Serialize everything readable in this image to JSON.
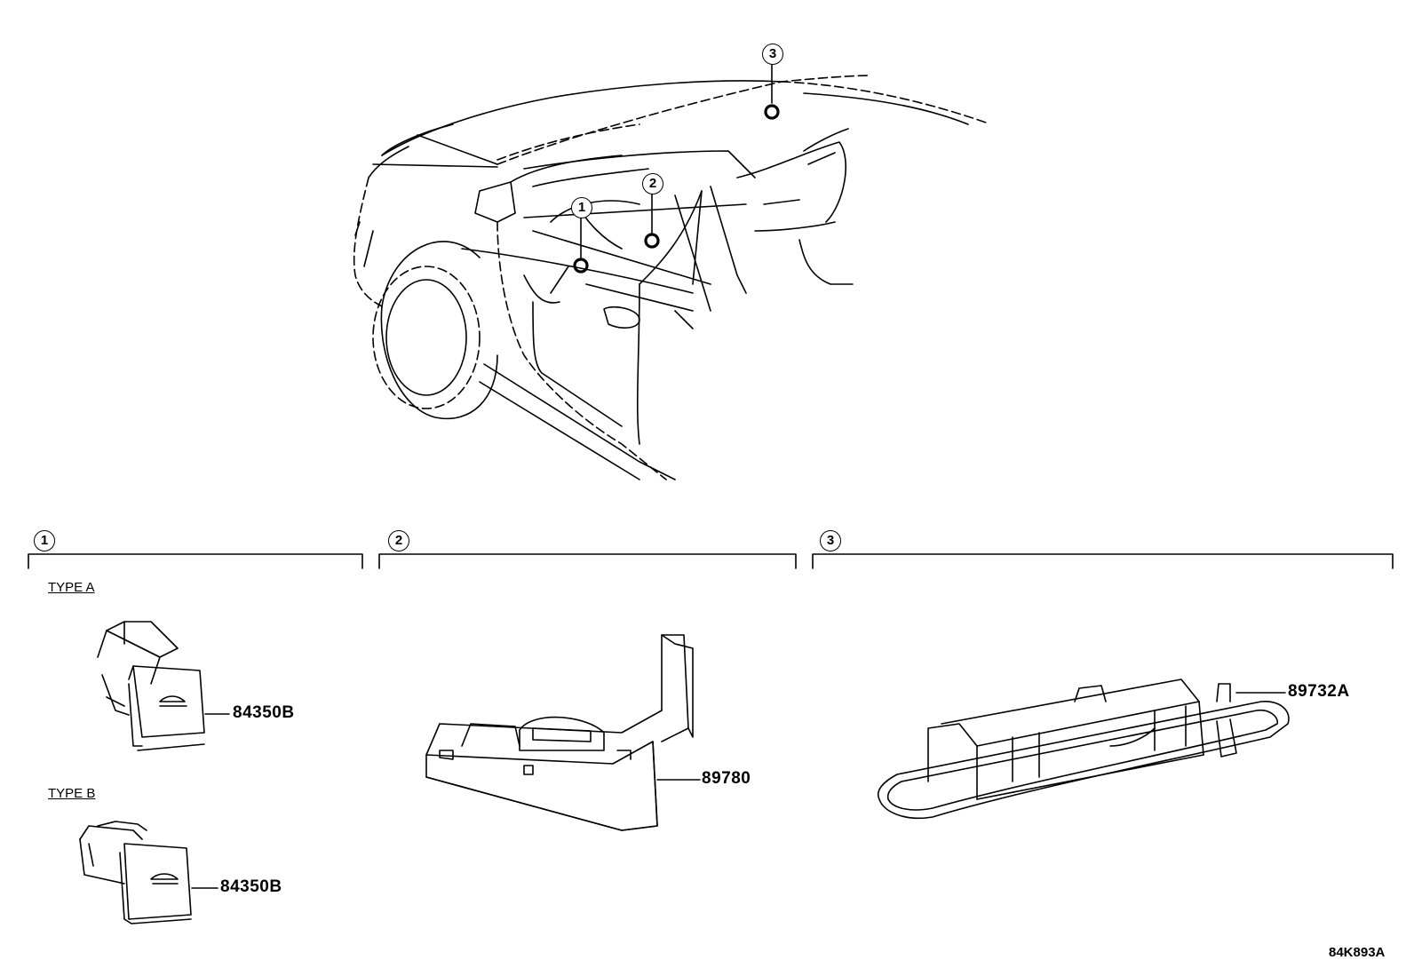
{
  "callouts": {
    "c1": "1",
    "c2": "2",
    "c3": "3"
  },
  "sections": [
    {
      "index": "1",
      "types": [
        "TYPE A",
        "TYPE B"
      ]
    },
    {
      "index": "2"
    },
    {
      "index": "3"
    }
  ],
  "parts": {
    "type_a_part": "84350B",
    "type_b_part": "84350B",
    "sensor_part": "89780",
    "lamp_part": "89732A"
  },
  "diagram_code": "84K893A",
  "colors": {
    "line": "#000000",
    "background": "#ffffff"
  }
}
